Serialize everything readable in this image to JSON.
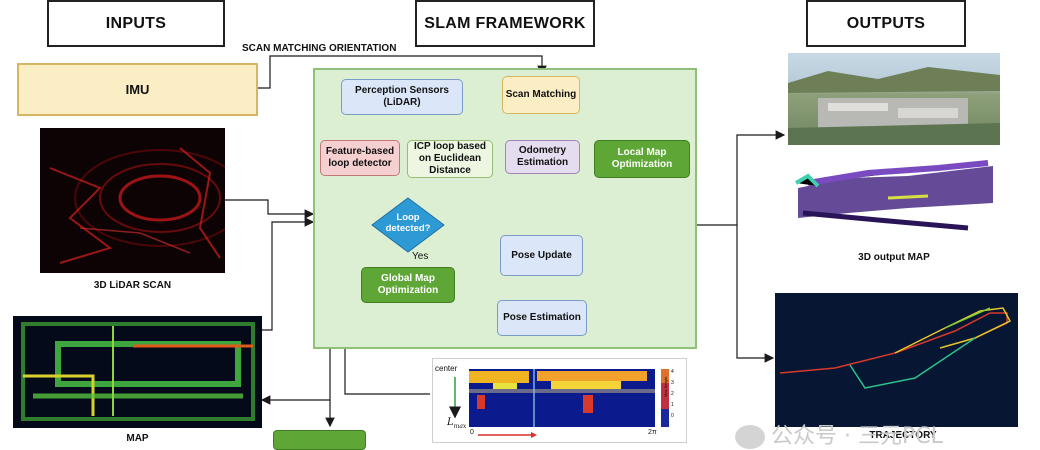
{
  "headers": {
    "inputs": "INPUTS",
    "framework": "SLAM FRAMEWORK",
    "outputs": "OUTPUTS"
  },
  "scan_orientation_label": "SCAN MATCHING ORIENTATION",
  "inputs": {
    "imu": "IMU",
    "lidar_caption": "3D LiDAR SCAN",
    "map_caption": "MAP"
  },
  "nodes": {
    "perception": "Perception Sensors\n(LiDAR)",
    "scan_matching": "Scan Matching",
    "feature_loop": "Feature-based\nloop detector",
    "icp_loop": "ICP loop based\non Euclidean\nDistance",
    "odometry": "Odometry\nEstimation",
    "local_map": "Local Map\nOptimization",
    "loop_detected": "Loop\ndetected?",
    "yes": "Yes",
    "global_map": "Global Map\nOptimization",
    "pose_update": "Pose Update",
    "pose_estimation": "Pose Estimation"
  },
  "heatmap": {
    "center": "center",
    "lmax": "L",
    "lmax_sub": "max",
    "x_start": "0",
    "x_end": "2π",
    "colorbar_label": "Max Height",
    "colorbar_ticks": [
      "4",
      "3",
      "2",
      "1",
      "0"
    ]
  },
  "outputs": {
    "map_caption": "3D output MAP",
    "trajectory_caption": "TRAJECTORY"
  },
  "watermark": "公众号 · 三元PCL",
  "colors": {
    "frame": "#dcefd2",
    "dark_green": "#5ea636",
    "arrow": "#1a1a1a"
  }
}
